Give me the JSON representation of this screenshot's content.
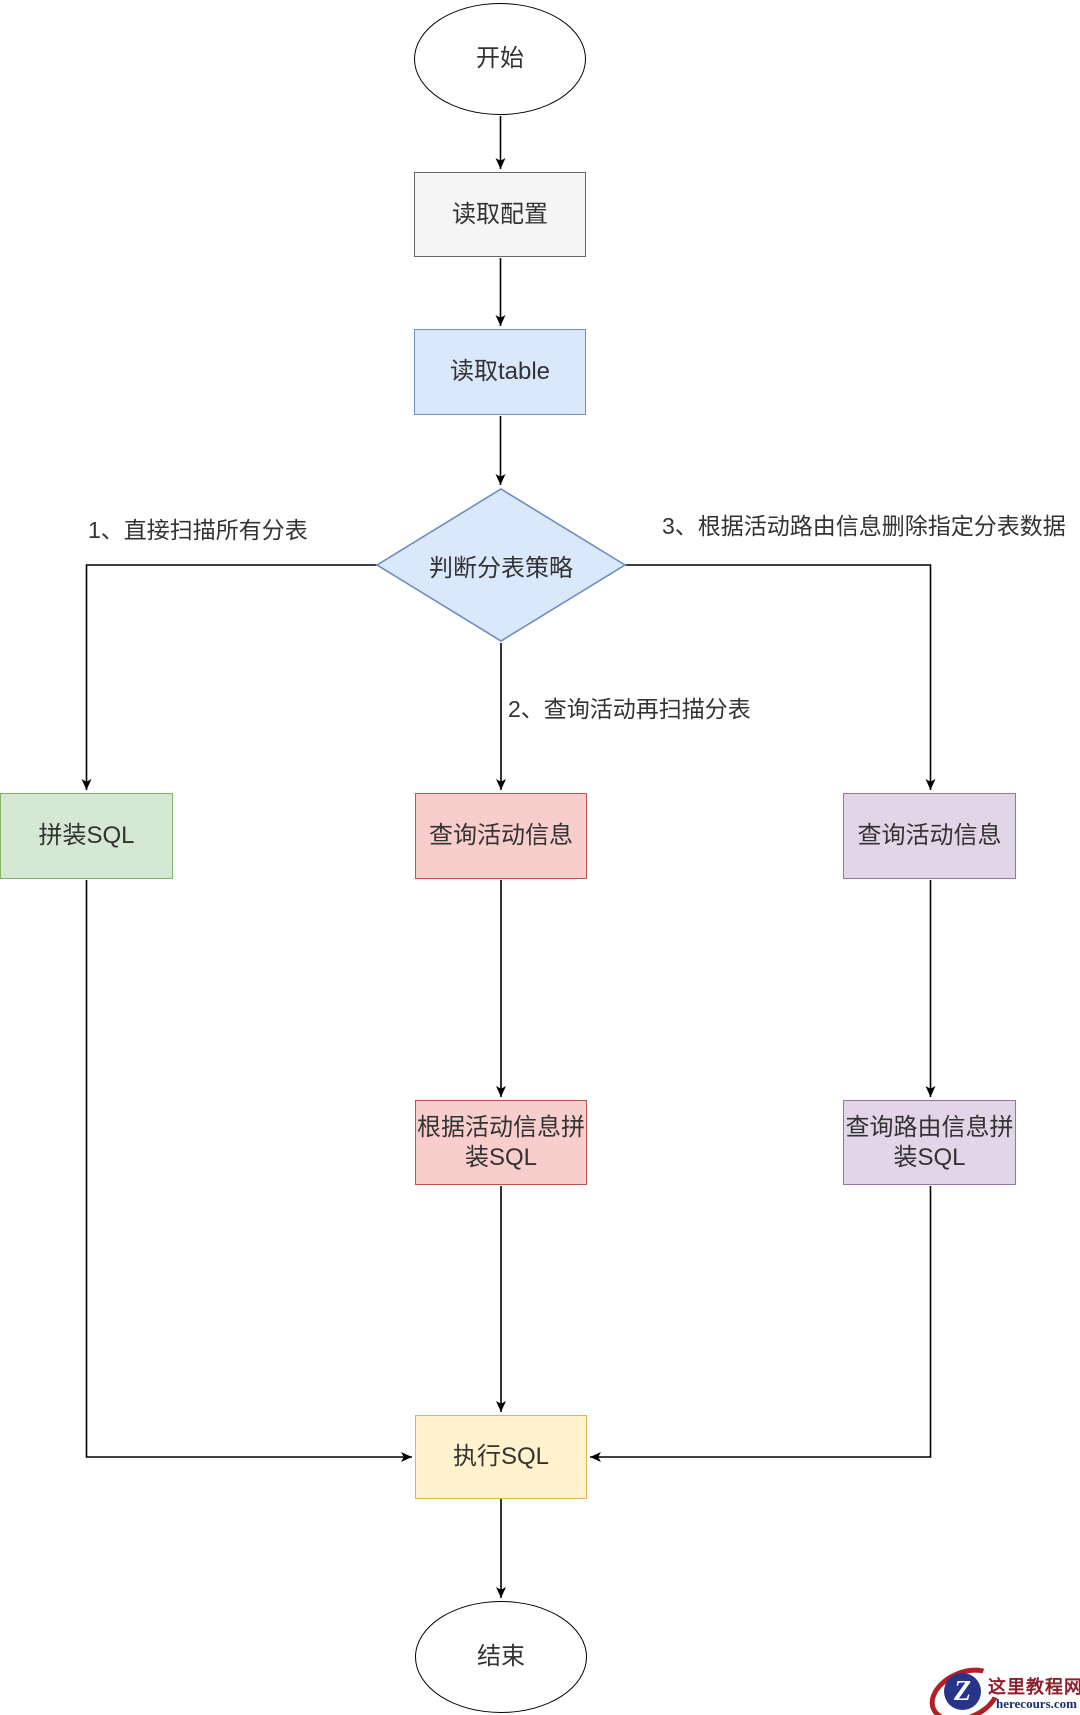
{
  "diagram": {
    "nodes": {
      "start": {
        "label": "开始",
        "shape": "ellipse"
      },
      "read_config": {
        "label": "读取配置",
        "shape": "rect",
        "fill": "#F5F5F5",
        "stroke": "#666666"
      },
      "read_table": {
        "label": "读取table",
        "shape": "rect",
        "fill": "#DAE8FC",
        "stroke": "#6C8EBF"
      },
      "decision": {
        "label": "判断分表策略",
        "shape": "diamond",
        "fill": "#DAE8FC",
        "stroke": "#6C8EBF"
      },
      "assemble_sql": {
        "label": "拼装SQL",
        "shape": "rect",
        "fill": "#D5E8D4",
        "stroke": "#82B366"
      },
      "query_activity_mid": {
        "label": "查询活动信息",
        "shape": "rect",
        "fill": "#F8CECC",
        "stroke": "#B85450"
      },
      "query_activity_right": {
        "label": "查询活动信息",
        "shape": "rect",
        "fill": "#E1D5E7",
        "stroke": "#9673A6"
      },
      "assemble_by_activity": {
        "label": "根据活动信息拼装SQL",
        "shape": "rect",
        "fill": "#F8CECC",
        "stroke": "#B85450"
      },
      "assemble_by_route": {
        "label": "查询路由信息拼装SQL",
        "shape": "rect",
        "fill": "#E1D5E7",
        "stroke": "#9673A6"
      },
      "execute_sql": {
        "label": "执行SQL",
        "shape": "rect",
        "fill": "#FFF2CC",
        "stroke": "#D6B656"
      },
      "end": {
        "label": "结束",
        "shape": "ellipse"
      }
    },
    "edge_labels": {
      "branch1": "1、直接扫描所有分表",
      "branch2": "2、查询活动再扫描分表",
      "branch3": "3、根据活动路由信息删除指定分表数据"
    },
    "colors": {
      "line": "#000000",
      "text": "#333333",
      "blue_fill": "#DAE8FC",
      "blue_stroke": "#6C8EBF",
      "gray_fill": "#F5F5F5",
      "gray_stroke": "#666666",
      "green_fill": "#D5E8D4",
      "green_stroke": "#82B366",
      "red_fill": "#F8CECC",
      "red_stroke": "#B85450",
      "purple_fill": "#E1D5E7",
      "purple_stroke": "#9673A6",
      "yellow_fill": "#FFF2CC",
      "yellow_stroke": "#D6B656"
    }
  },
  "watermark": {
    "logo_letter": "Z",
    "site_name": "这里教程网",
    "site_url": "herecours.com",
    "brand_red": "#B02024",
    "brand_blue": "#28348A"
  }
}
